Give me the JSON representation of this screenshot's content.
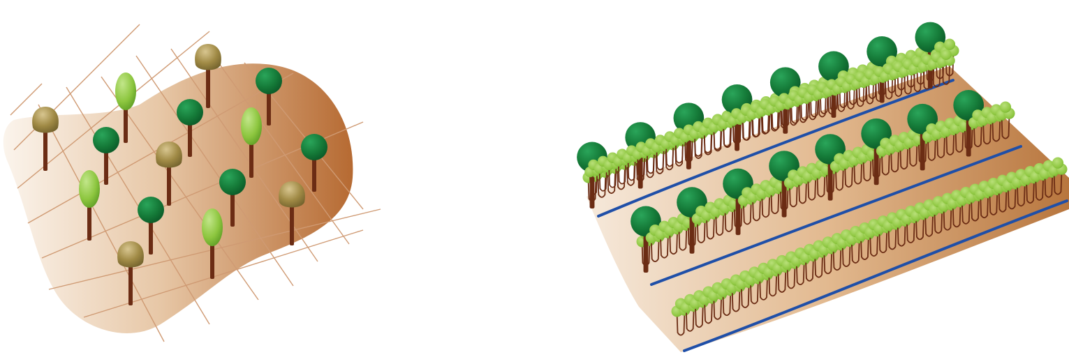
{
  "colors": {
    "background": "#ffffff",
    "soil_light": "#f3e4d2",
    "soil_mid": "#d9ab7f",
    "soil_dark": "#b0642c",
    "grid_line": "#cf9a73",
    "trunk": "#6b2c14",
    "tree_dark_green": "#157a38",
    "tree_dark_green_shade": "#0b5a28",
    "tree_light_green": "#8dc63f",
    "tree_light_green_shade": "#5a9a22",
    "tree_olive": "#a08a45",
    "tree_olive_light": "#c9b47a",
    "hedge_green": "#8dc63f",
    "hedge_shade": "#62a22b",
    "contour_line": "#1f4fa8"
  },
  "panels": [
    {
      "id": "random-planting",
      "tree_types": [
        "dark-green-round",
        "light-green-oval",
        "olive-round"
      ]
    },
    {
      "id": "alley-cropping",
      "hedgerow_count": 3,
      "contour_line_count": 3
    }
  ]
}
